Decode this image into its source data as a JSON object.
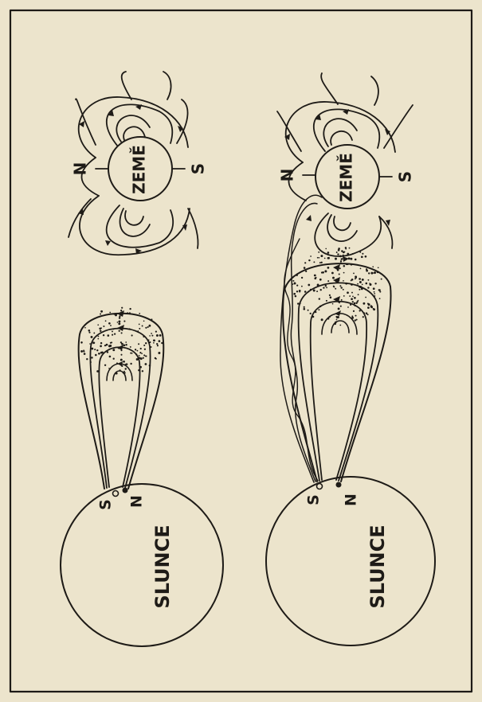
{
  "panels": [
    {
      "sun": {
        "label": "SLUNCE",
        "pole_s": "S",
        "pole_n": "N"
      },
      "earth": {
        "label": "ZEMĚ",
        "pole_n": "N",
        "pole_s": "S"
      }
    },
    {
      "sun": {
        "label": "SLUNCE",
        "pole_s": "S",
        "pole_n": "N"
      },
      "earth": {
        "label": "ZEMĚ",
        "pole_n": "N",
        "pole_s": "S"
      }
    }
  ],
  "colors": {
    "paper": "#ece4cc",
    "ink": "#1e1b17",
    "frame": "#2a2723"
  }
}
